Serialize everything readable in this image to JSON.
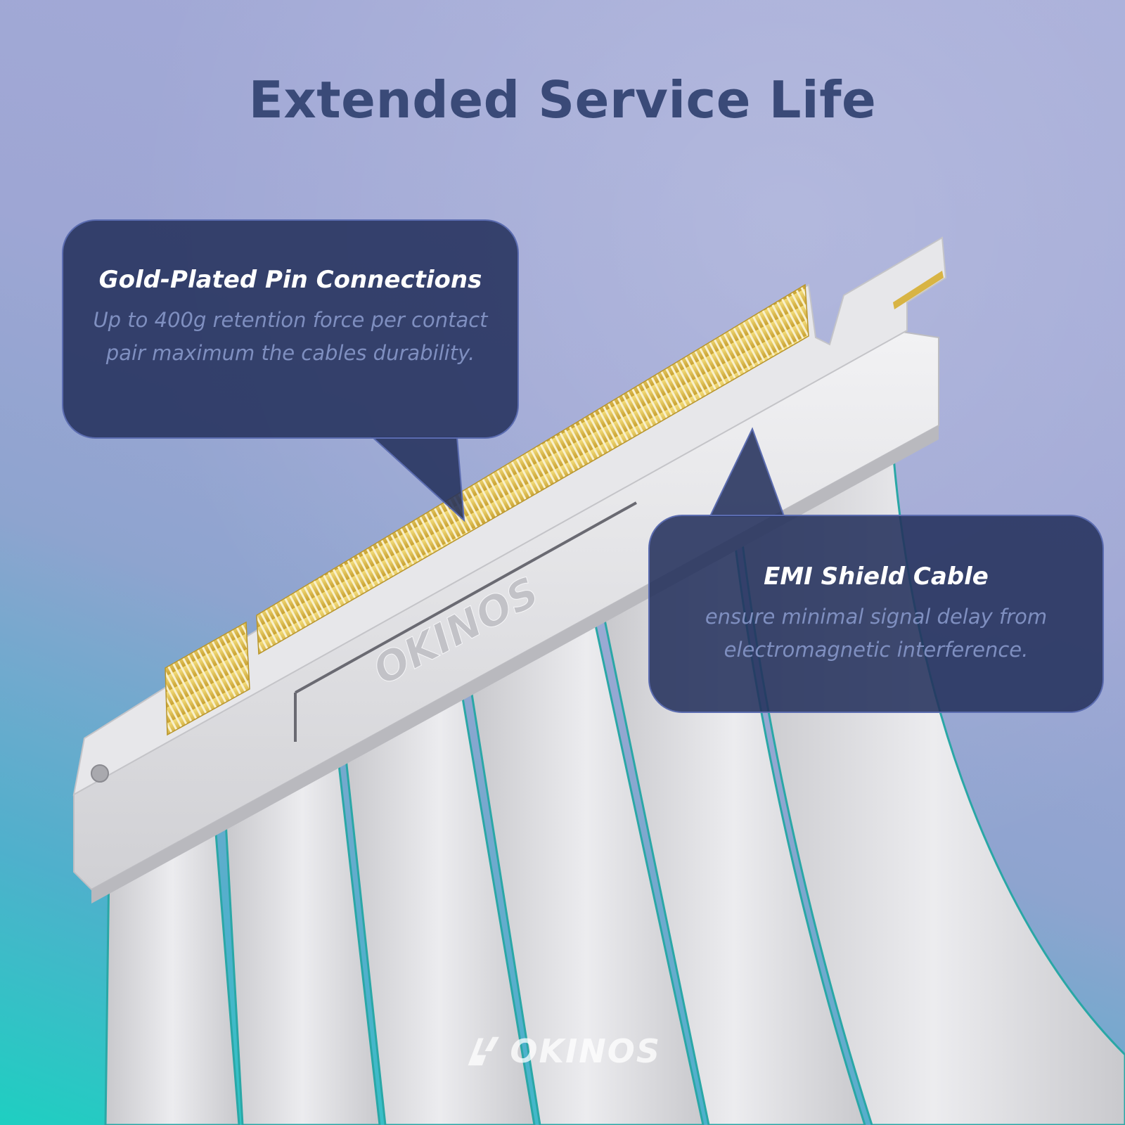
{
  "headline": "Extended Service Life",
  "callouts": [
    {
      "title": "Gold-Plated Pin Connections",
      "body": "Up to 400g retention force per contact pair maximum the cables durability."
    },
    {
      "title": "EMI Shield Cable",
      "body": "ensure minimal signal delay from electromagnetic interference."
    }
  ],
  "brand": {
    "name": "OKINOS",
    "engraving": "OKINOS"
  },
  "colors": {
    "title": "#3a4a78",
    "callout_bg": "#24315c",
    "callout_border": "#5b6cb0",
    "gold": "#e3c24a",
    "cable": "#d6d6d8",
    "background_top": "#a6acd8",
    "background_bottom": "#1ecfc1"
  }
}
